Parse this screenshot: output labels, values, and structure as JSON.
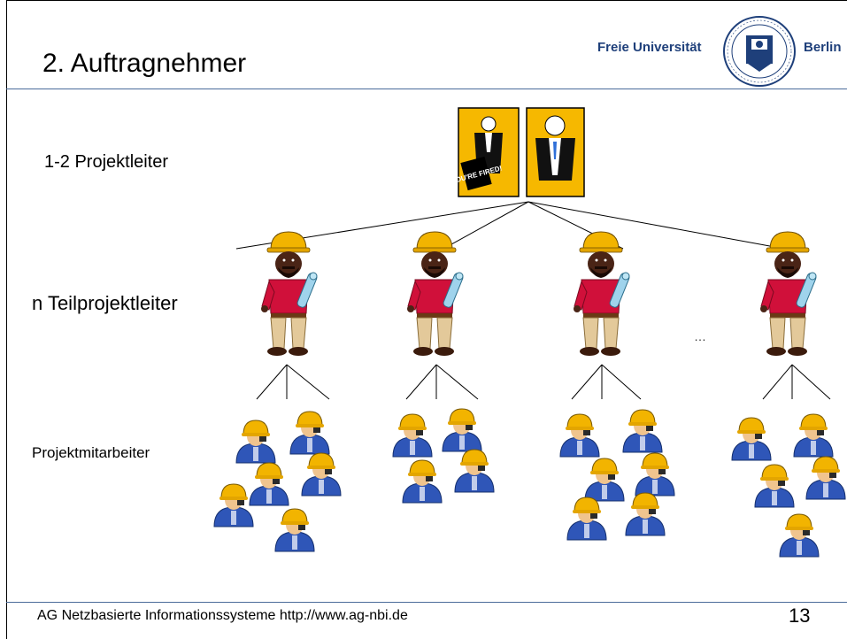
{
  "slide": {
    "title": "2. Auftragnehmer",
    "footer": "AG Netzbasierte Informationssysteme http://www.ag-nbi.de",
    "page_number": "13"
  },
  "logo": {
    "left_text": "Freie Universität",
    "right_text": "Berlin"
  },
  "levels": {
    "top": "1-2 Projektleiter",
    "middle": "n Teilprojektleiter",
    "bottom": "Projektmitarbeiter"
  },
  "boss_badge": "YOU'RE FIRED!",
  "ellipsis": "…",
  "colors": {
    "accent_rule": "#4a6b9a",
    "logo_blue": "#1e3f7a",
    "boss_background": "#f6b800",
    "helmet": "#f2b400",
    "shirt_red": "#d0103a",
    "worker_blue": "#2f56b8"
  }
}
